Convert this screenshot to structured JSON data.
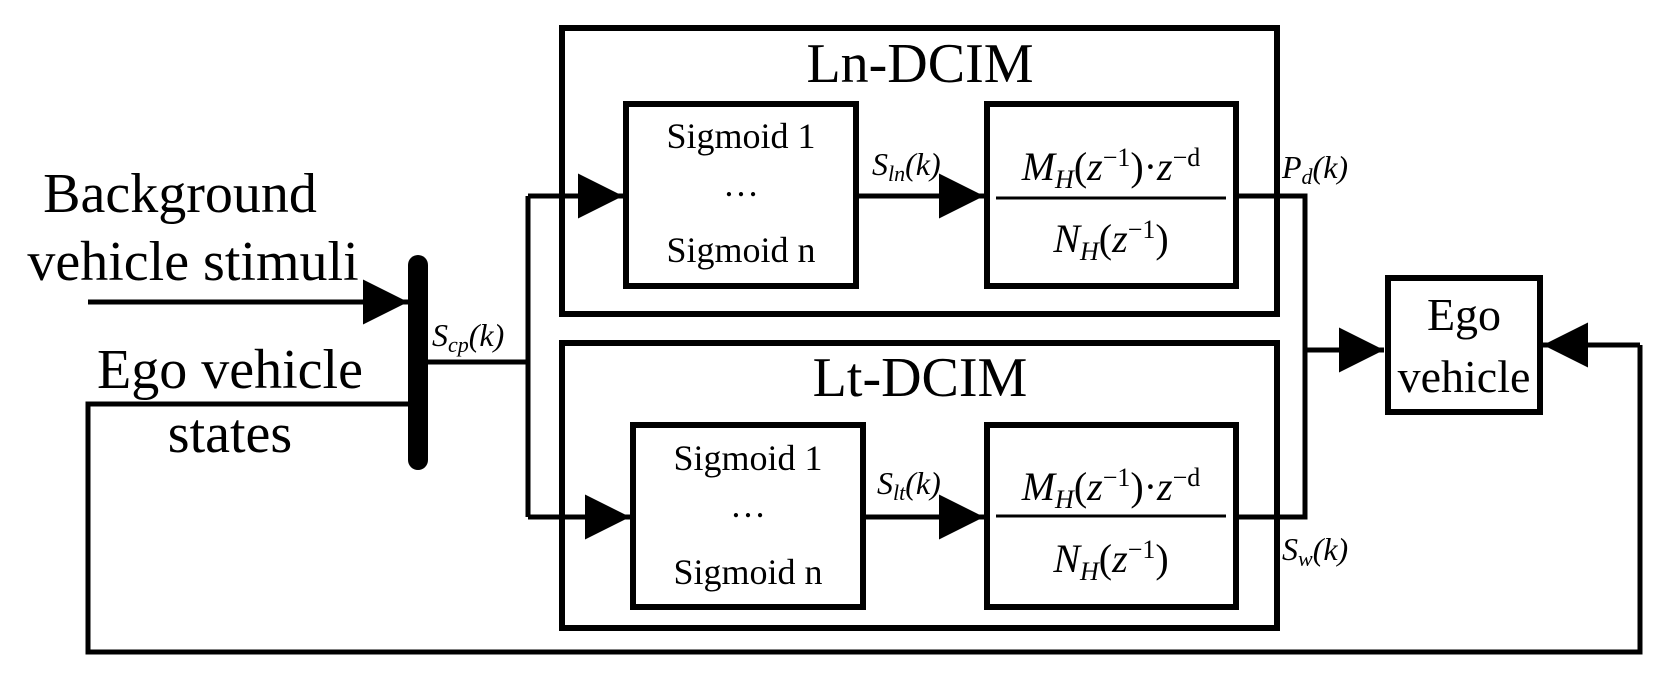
{
  "inputs": {
    "background_line1": "Background",
    "background_line2": "vehicle stimuli",
    "ego_states_line1": "Ego vehicle",
    "ego_states_line2": "states"
  },
  "blocks": {
    "ln_dcim": {
      "title": "Ln-DCIM",
      "sigmoid_first": "Sigmoid 1",
      "ellipsis": "…",
      "sigmoid_last": "Sigmoid n"
    },
    "lt_dcim": {
      "title": "Lt-DCIM",
      "sigmoid_first": "Sigmoid 1",
      "ellipsis": "…",
      "sigmoid_last": "Sigmoid n"
    },
    "ego": {
      "line1": "Ego",
      "line2": "vehicle"
    }
  },
  "transfer_function": {
    "numerator": {
      "M": "M",
      "H": "H",
      "open": "(",
      "z": "z",
      "exp": "−1",
      "close": ")",
      "dot": "·",
      "z2": "z",
      "exp2": "−d"
    },
    "denominator": {
      "N": "N",
      "H": "H",
      "open": "(",
      "z": "z",
      "exp": "−1",
      "close": ")"
    }
  },
  "signals": {
    "scp": {
      "base": "S",
      "sub": "cp",
      "arg": "(k)"
    },
    "sln": {
      "base": "S",
      "sub": "ln",
      "arg": "(k)"
    },
    "slt": {
      "base": "S",
      "sub": "lt",
      "arg": "(k)"
    },
    "pd": {
      "base": "P",
      "sub": "d",
      "arg": "(k)"
    },
    "sw": {
      "base": "S",
      "sub": "w",
      "arg": "(k)"
    }
  }
}
